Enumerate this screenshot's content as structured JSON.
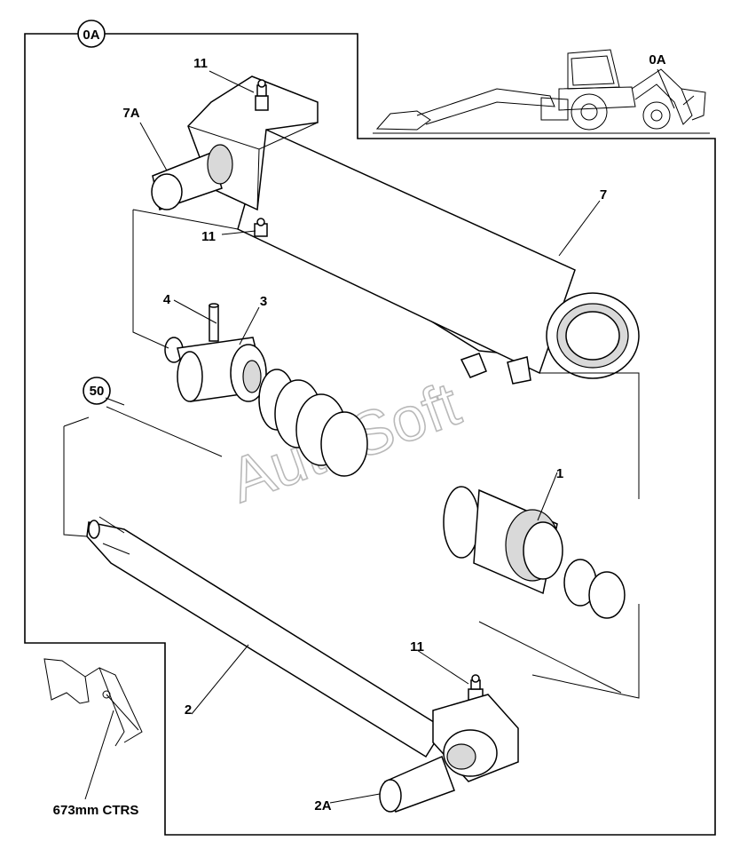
{
  "diagram": {
    "watermark": "AutoSoft",
    "callouts": {
      "ref_0A_boundary": "0A",
      "ref_0A_machine": "0A",
      "grease_top": "11",
      "grease_mid": "11",
      "grease_rod": "11",
      "eye_7A": "7A",
      "cylinder_7": "7",
      "bolt_4": "4",
      "piston_3": "3",
      "seal_kit_50": "50",
      "gland_1": "1",
      "rod_2": "2",
      "eye_2A": "2A"
    },
    "centres_note": "673mm CTRS"
  }
}
